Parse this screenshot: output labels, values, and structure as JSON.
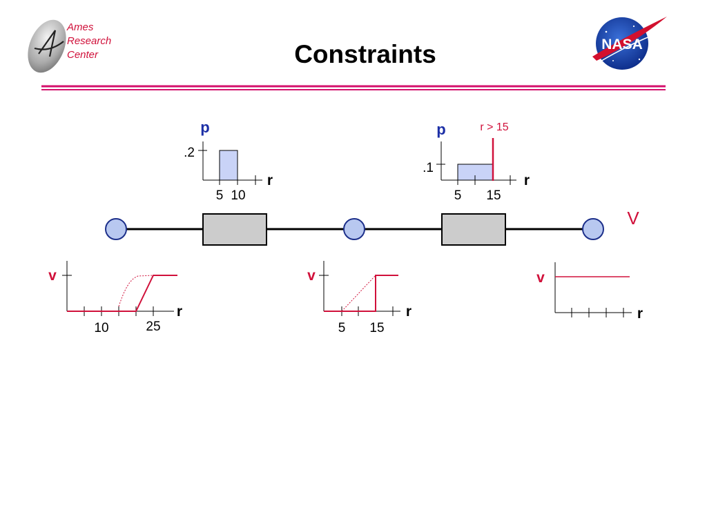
{
  "header": {
    "org_lines": [
      "Ames",
      "Research",
      "Center"
    ],
    "title": "Constraints",
    "logo_icon": "nasa-logo-icon",
    "ames_icon": "ames-logo-icon"
  },
  "colors": {
    "rule": "#d4106c",
    "red": "#d0103a",
    "blue": "#1c2fa6",
    "fill_blue": "#c9d3f7",
    "node_fill": "#b8c8f0",
    "box_fill": "#cccccc"
  },
  "top_left_plot": {
    "y_label": "p",
    "x_label": "r",
    "y_tick": ".2",
    "x_ticks": [
      "5",
      "10"
    ]
  },
  "top_right_plot": {
    "y_label": "p",
    "x_label": "r",
    "y_tick": ".1",
    "x_ticks": [
      "5",
      "15"
    ],
    "annotation": "r > 15"
  },
  "chain": {
    "v_label": "V"
  },
  "bottom_left_plot": {
    "y_label": "v",
    "x_label": "r",
    "x_ticks": [
      "10",
      "25"
    ]
  },
  "bottom_mid_plot": {
    "y_label": "v",
    "x_label": "r",
    "x_ticks": [
      "5",
      "15"
    ]
  },
  "bottom_right_plot": {
    "y_label": "v",
    "x_label": "r"
  }
}
